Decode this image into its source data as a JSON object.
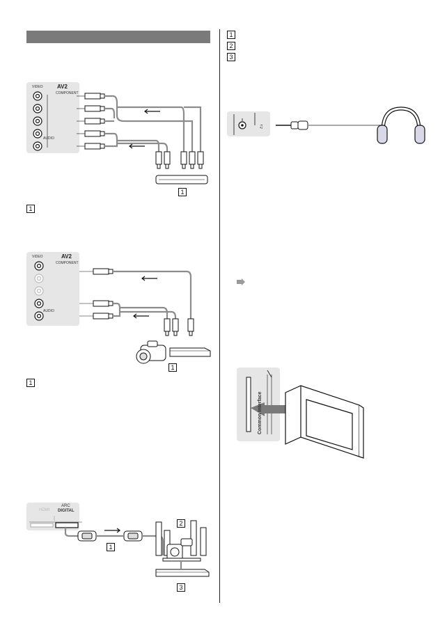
{
  "left_column": {
    "header_bar_color": "#7a7a7a",
    "diagram_component": {
      "panel_title": "AV2",
      "panel_tab_left": "VIDEO",
      "panel_sublabel": "COMPONENT",
      "audio_label": "AUDIO",
      "callout_device": "1"
    },
    "note_component_callout": "1",
    "diagram_composite": {
      "panel_title": "AV2",
      "panel_tab_left": "VIDEO",
      "panel_sublabel": "COMPONENT",
      "audio_label": "AUDIO",
      "callout_device": "1"
    },
    "note_composite_callout": "1",
    "diagram_digital_audio": {
      "panel_label_hdmi": "HDMI",
      "panel_label_digital": "DIGITAL",
      "panel_label_arc": "ARC",
      "callout_cable": "1",
      "callout_speakers": "2",
      "callout_amplifier": "3"
    }
  },
  "right_column": {
    "legend": [
      "1",
      "2",
      "3"
    ],
    "diagram_headphones": {},
    "diagram_ci_card": {
      "slot_label": "Common Interface"
    }
  }
}
